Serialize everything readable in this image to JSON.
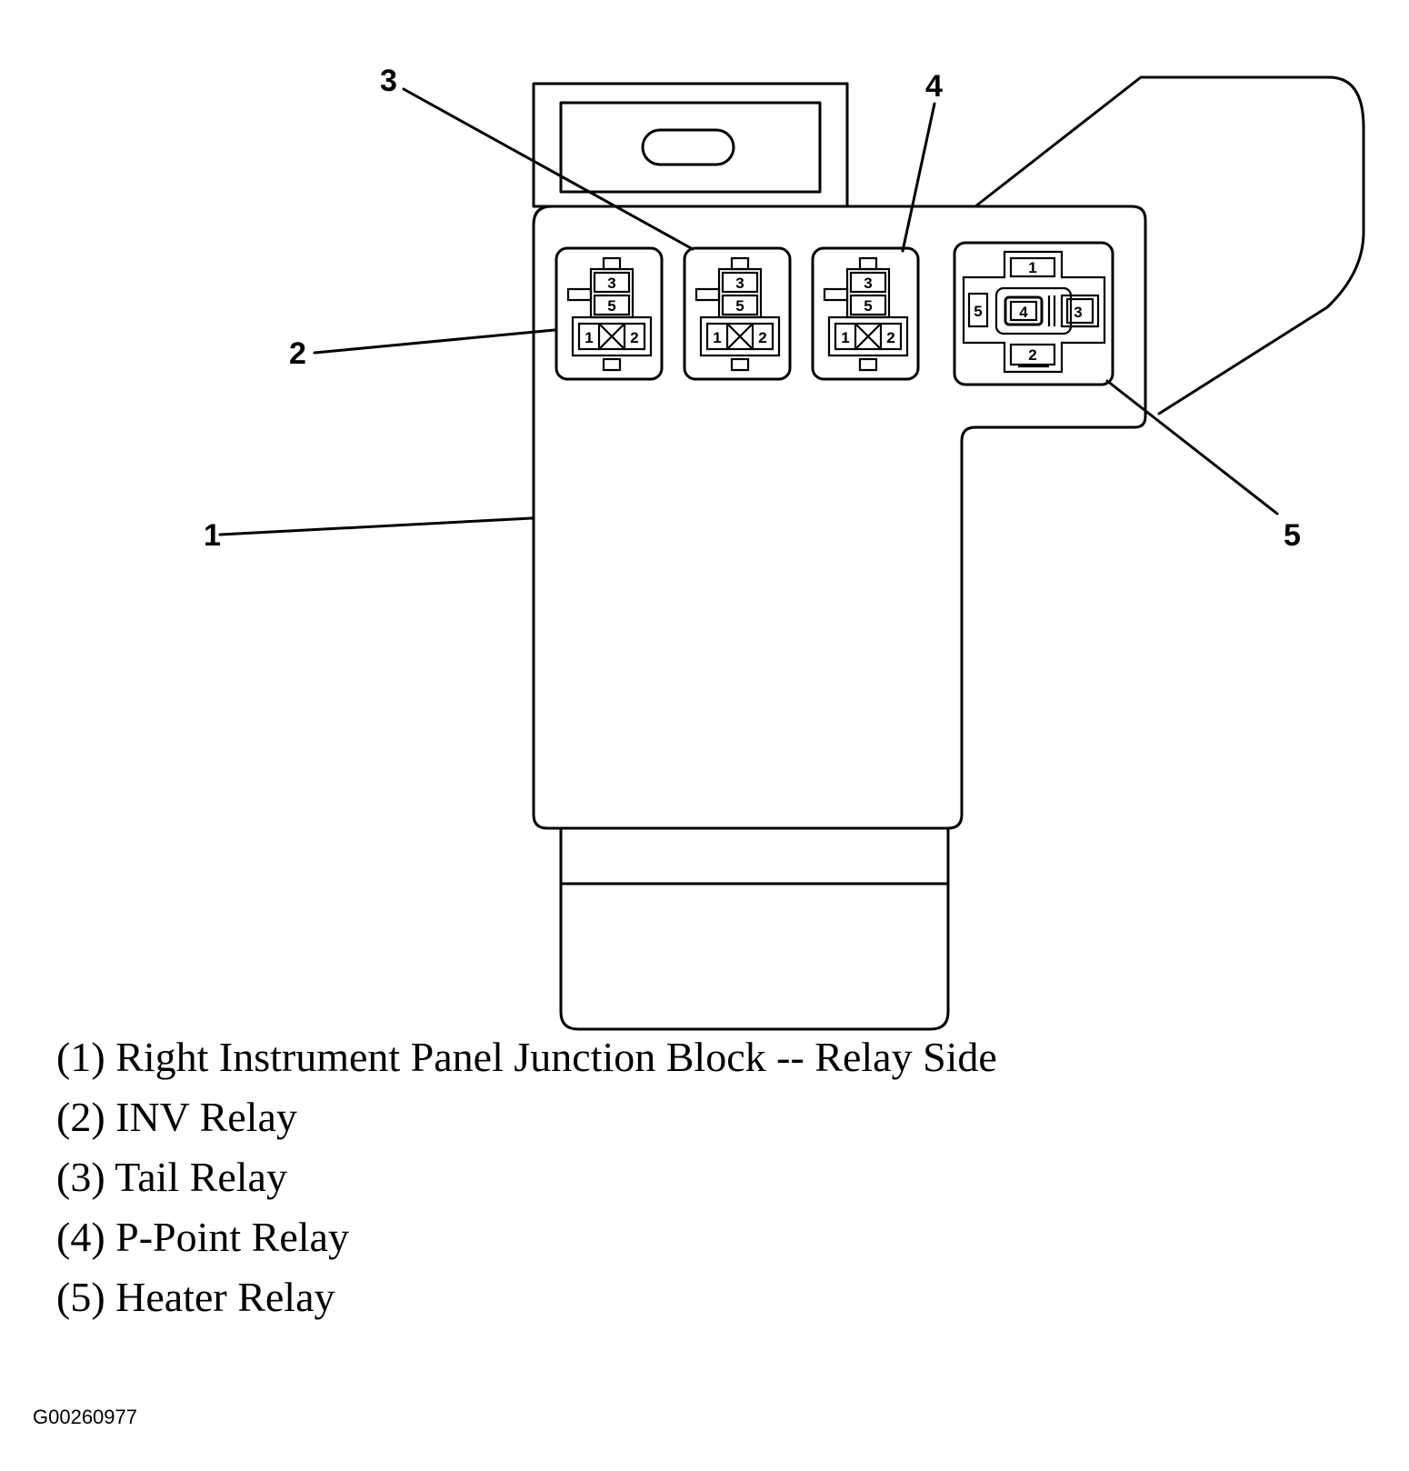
{
  "diagram": {
    "callouts": [
      {
        "id": "1",
        "label": "1"
      },
      {
        "id": "2",
        "label": "2"
      },
      {
        "id": "3",
        "label": "3"
      },
      {
        "id": "4",
        "label": "4"
      },
      {
        "id": "5",
        "label": "5"
      }
    ],
    "small_relay_pins": {
      "top": "3",
      "middle": "5",
      "bottom_left": "1",
      "bottom_right": "2"
    },
    "cross_relay_pins": {
      "top": "1",
      "left": "5",
      "center": "4",
      "right": "3",
      "bottom": "2"
    }
  },
  "legend": [
    "(1) Right Instrument Panel Junction Block -- Relay Side",
    "(2) INV Relay",
    "(3) Tail Relay",
    "(4) P-Point Relay",
    "(5) Heater Relay"
  ],
  "figure_id": "G00260977"
}
